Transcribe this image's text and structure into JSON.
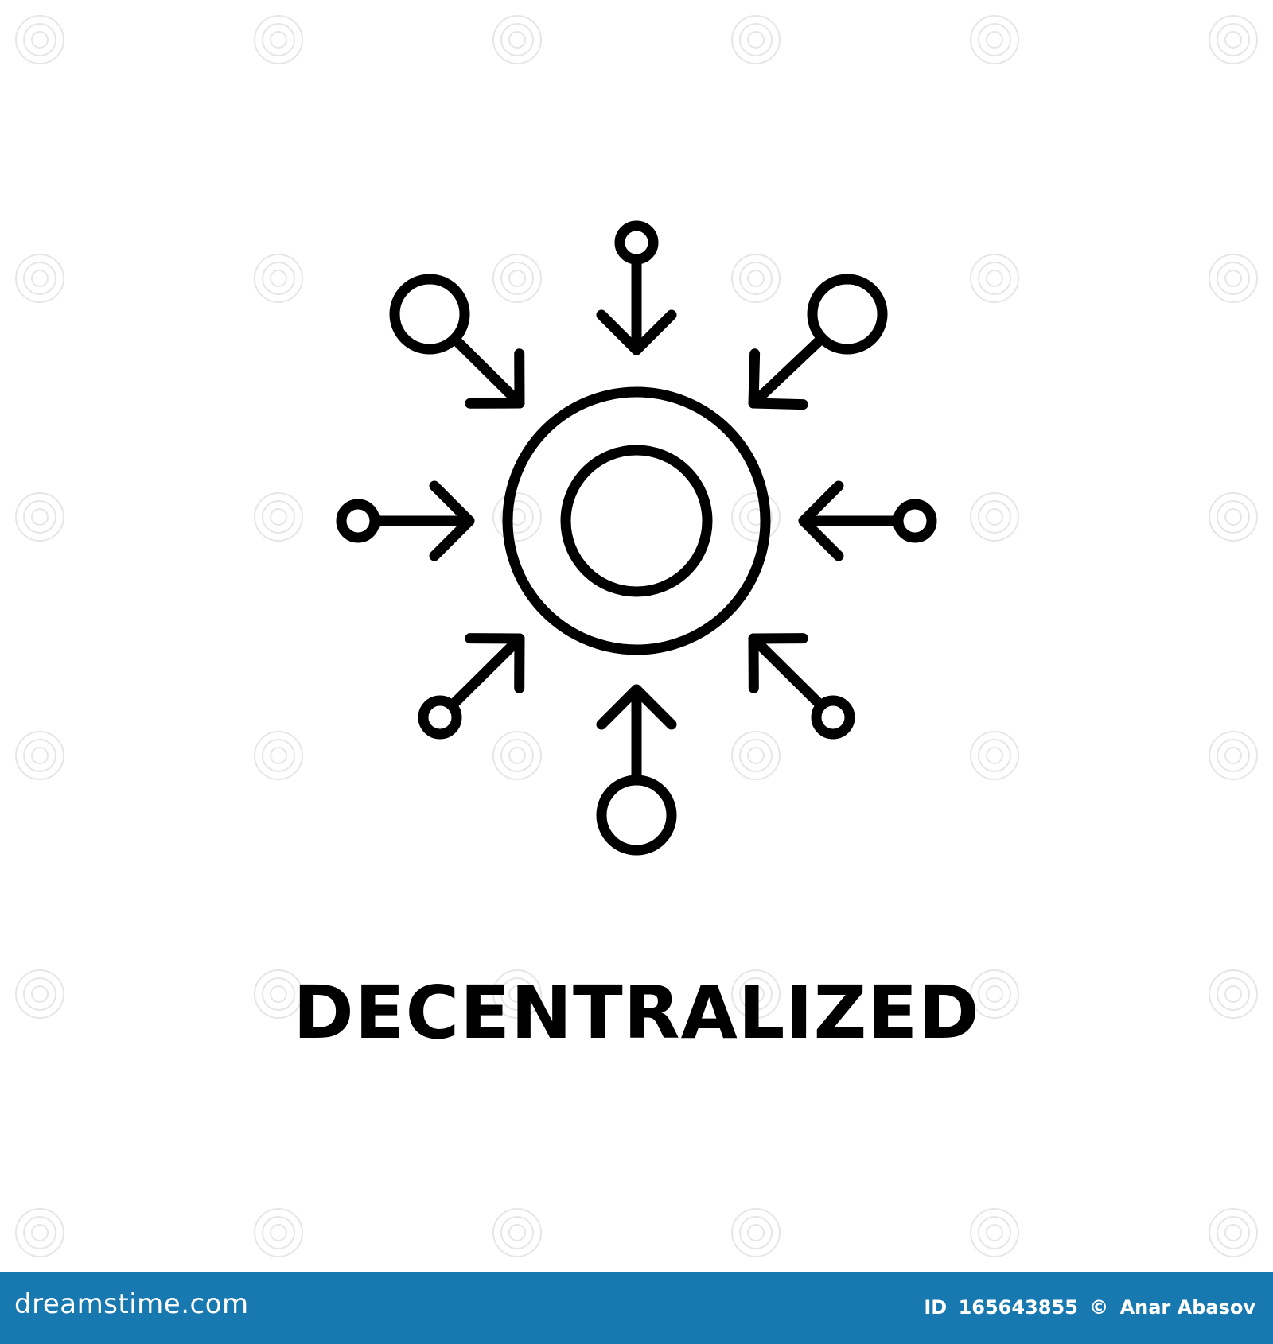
{
  "artwork": {
    "caption": "DECENTRALIZED",
    "ink_color": "#000000",
    "background_color": "#ffffff",
    "icon_name": "decentralized-network-icon"
  },
  "footer": {
    "logo_text": "dreamstime.com",
    "id_label": "ID",
    "image_id": "165643855",
    "copyright_symbol": "©",
    "author": "Anar Abasov",
    "bar_color": "#1878b0"
  }
}
